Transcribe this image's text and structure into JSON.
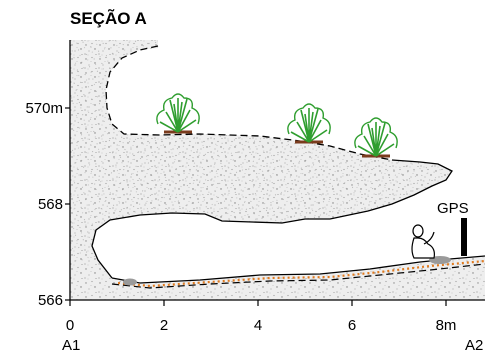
{
  "title": "SEÇÃO A",
  "y_axis": {
    "ticks": [
      {
        "value": 570,
        "label": "570m"
      },
      {
        "value": 568,
        "label": "568"
      },
      {
        "value": 566,
        "label": "566"
      }
    ]
  },
  "x_axis": {
    "ticks": [
      {
        "value": 0,
        "label": "0"
      },
      {
        "value": 2,
        "label": "2"
      },
      {
        "value": 4,
        "label": "4"
      },
      {
        "value": 6,
        "label": "6"
      },
      {
        "value": 8,
        "label": "8m"
      }
    ],
    "start_label": "A1",
    "end_label": "A2"
  },
  "gps_label": "GPS",
  "colors": {
    "rock_fill": "#e6e6e6",
    "rock_speckle": "#8a8a8a",
    "vegetation": "#2f9e2f",
    "soil": "#7a3b1d",
    "sediment_dots": "#e07a1f",
    "stone": "#9a9a9a",
    "axis": "#000000"
  }
}
